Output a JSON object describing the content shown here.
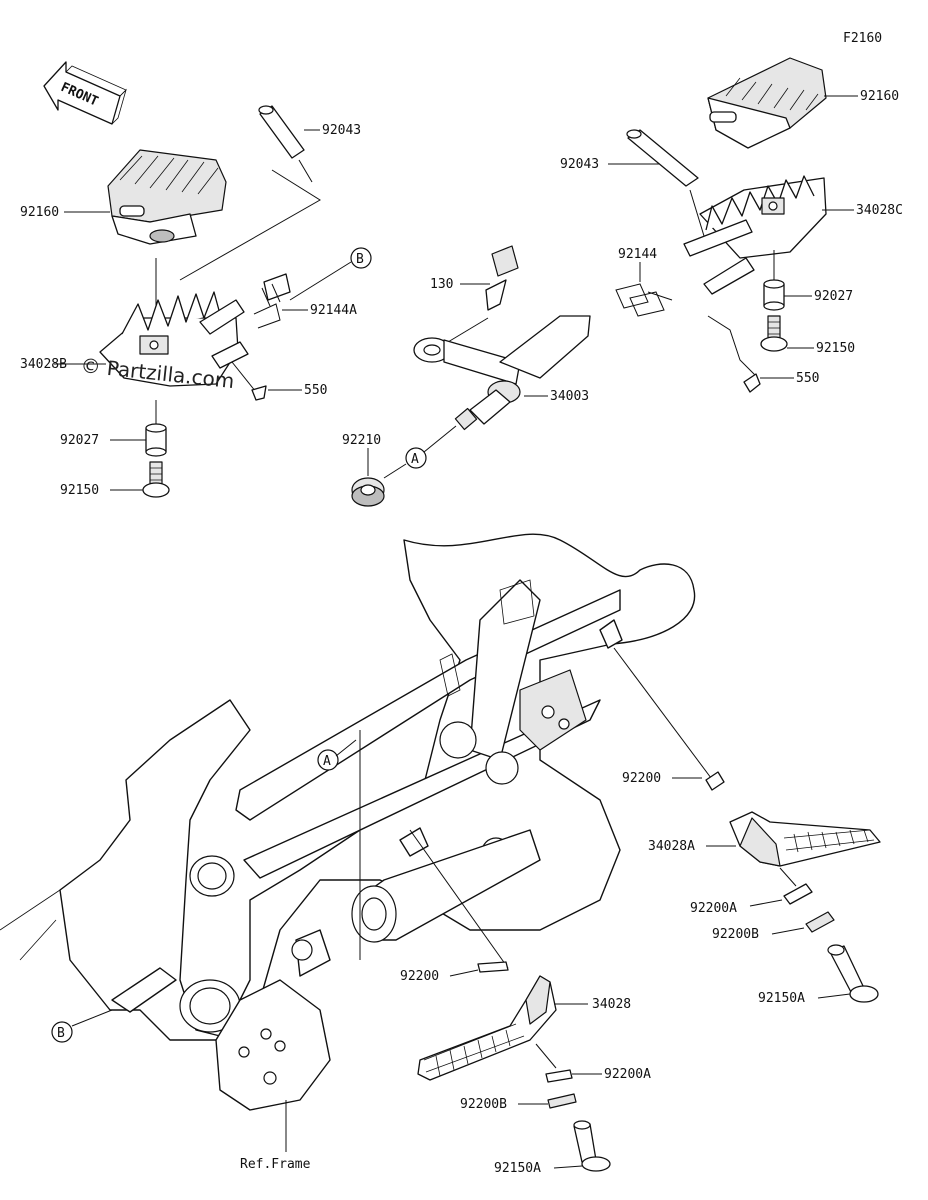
{
  "figure_code": "F2160",
  "front_label": "FRONT",
  "watermark": "© Partzilla.com",
  "ref_frame": "Ref.Frame",
  "callouts": {
    "A": "A",
    "B": "B"
  },
  "labels": {
    "p92043_left": "92043",
    "p92160_left": "92160",
    "p92144A": "92144A",
    "p34028B": "34028B",
    "p550_left": "550",
    "p92027_left": "92027",
    "p92150_left": "92150",
    "p130": "130",
    "p92144": "92144",
    "p34003": "34003",
    "p92210": "92210",
    "p92043_right": "92043",
    "p92160_right": "92160",
    "p34028C": "34028C",
    "p92027_right": "92027",
    "p92150_right": "92150",
    "p550_right": "550",
    "p92200_right": "92200",
    "p34028A": "34028A",
    "p92200A_right": "92200A",
    "p92200B_right": "92200B",
    "p92150A_right": "92150A",
    "p92200_bottom": "92200",
    "p34028": "34028",
    "p92200A_bottom": "92200A",
    "p92200B_bottom": "92200B",
    "p92150A_bottom": "92150A"
  }
}
